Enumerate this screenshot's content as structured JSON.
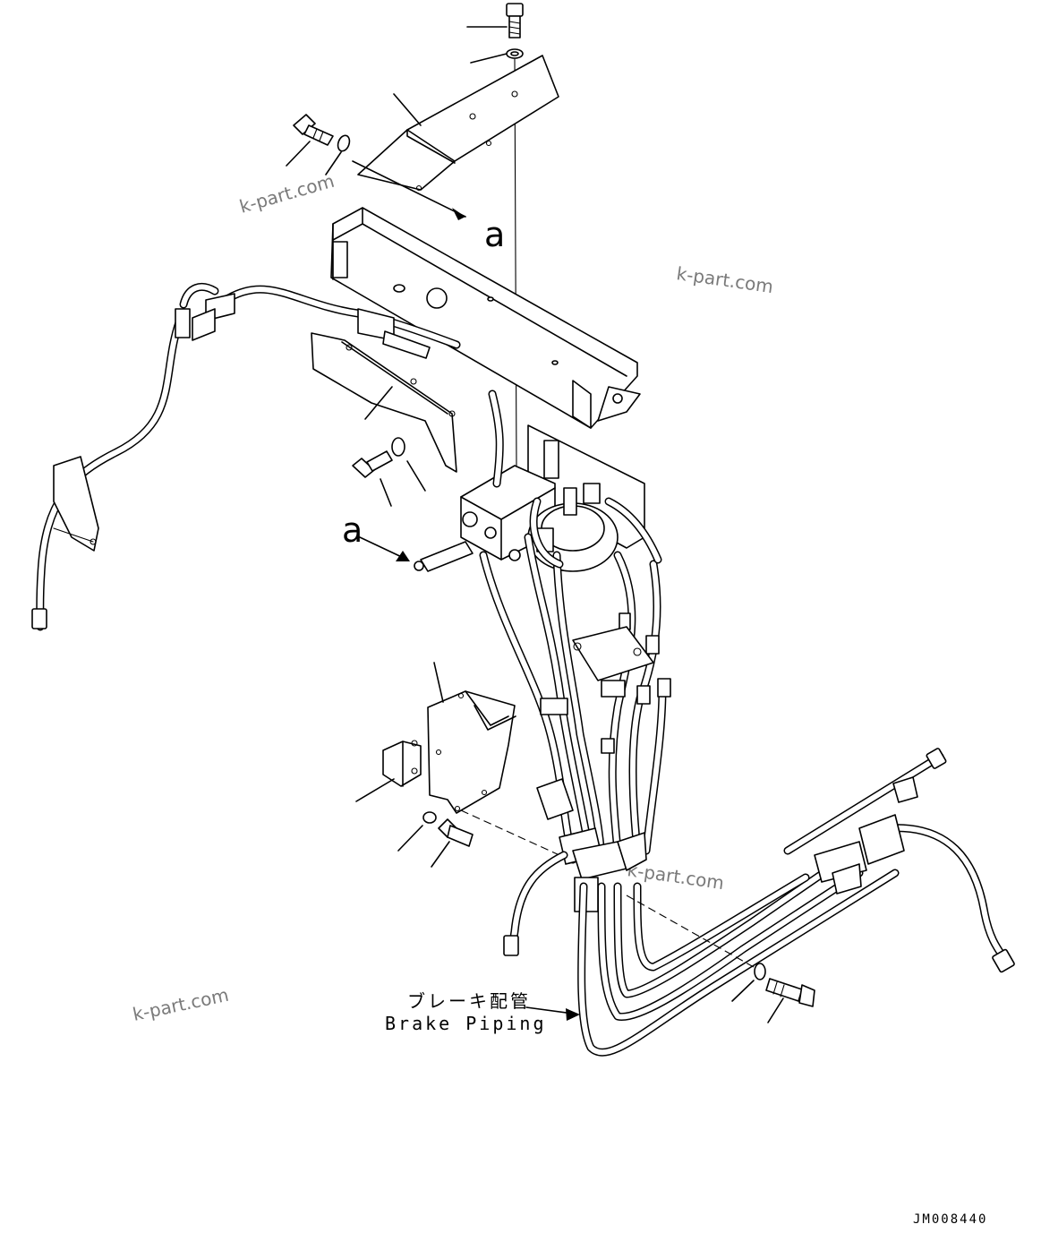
{
  "diagram": {
    "view_label": "a",
    "callout_note_jp": "ブレーキ配管",
    "callout_note_en": "Brake Piping",
    "drawing_code": "JM008440",
    "watermark": "k-part.com"
  }
}
